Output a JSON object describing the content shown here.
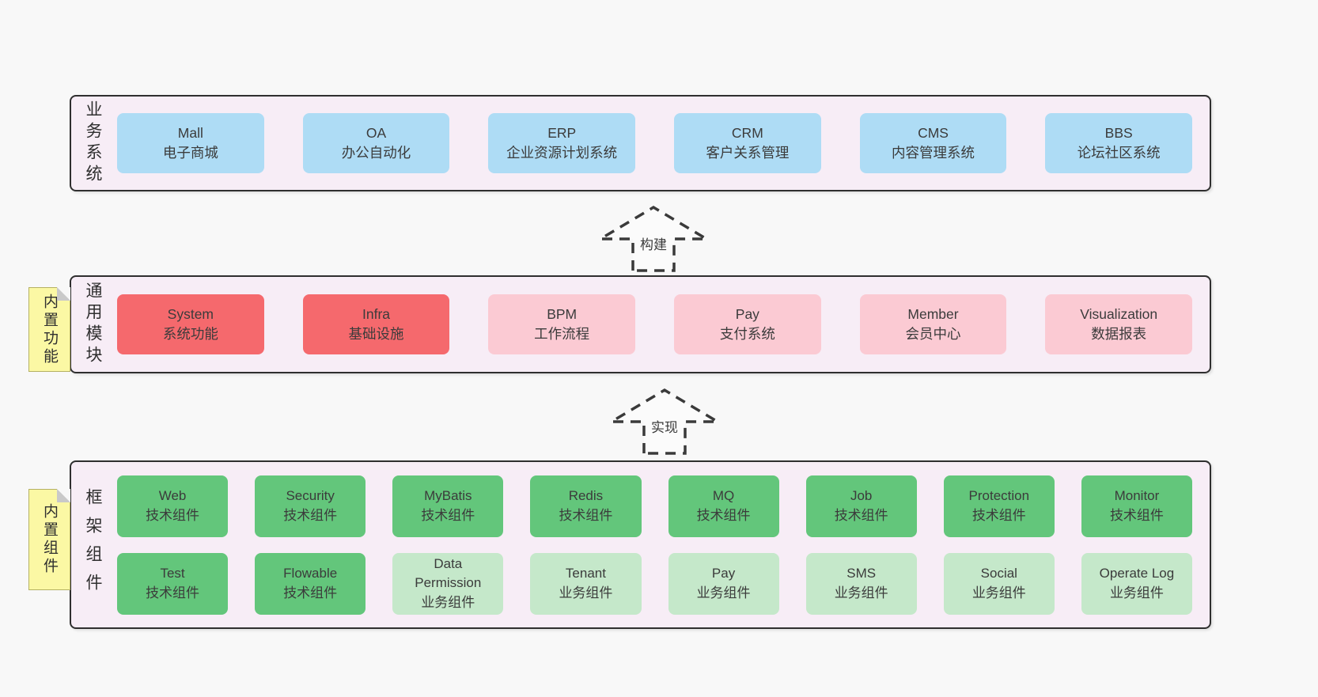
{
  "palette": {
    "page_bg": "#f8f8f8",
    "container_bg": "#f7edf6",
    "container_border": "#2f2f2f",
    "blue_box": "#aedcf5",
    "red_box": "#f5696d",
    "pink_box": "#fbcad3",
    "green_dark_box": "#63c67b",
    "green_light_box": "#c5e8ca",
    "sticky_yellow": "#fbf8a4",
    "text": "#3b3b3b"
  },
  "business": {
    "label": "业务系统",
    "boxes": [
      {
        "title": "Mall",
        "subtitle": "电子商城"
      },
      {
        "title": "OA",
        "subtitle": "办公自动化"
      },
      {
        "title": "ERP",
        "subtitle": "企业资源计划系统"
      },
      {
        "title": "CRM",
        "subtitle": "客户关系管理"
      },
      {
        "title": "CMS",
        "subtitle": "内容管理系统"
      },
      {
        "title": "BBS",
        "subtitle": "论坛社区系统"
      }
    ]
  },
  "arrows": {
    "build": "构建",
    "implement": "实现"
  },
  "modules": {
    "label": "通用模块",
    "sticky": "内置功能",
    "boxes": [
      {
        "title": "System",
        "subtitle": "系统功能"
      },
      {
        "title": "Infra",
        "subtitle": "基础设施"
      },
      {
        "title": "BPM",
        "subtitle": "工作流程"
      },
      {
        "title": "Pay",
        "subtitle": "支付系统"
      },
      {
        "title": "Member",
        "subtitle": "会员中心"
      },
      {
        "title": "Visualization",
        "subtitle": "数据报表"
      }
    ]
  },
  "framework": {
    "label": "框架组件",
    "sticky": "内置组件",
    "boxes": [
      {
        "title": "Web",
        "subtitle": "技术组件"
      },
      {
        "title": "Security",
        "subtitle": "技术组件"
      },
      {
        "title": "MyBatis",
        "subtitle": "技术组件"
      },
      {
        "title": "Redis",
        "subtitle": "技术组件"
      },
      {
        "title": "MQ",
        "subtitle": "技术组件"
      },
      {
        "title": "Job",
        "subtitle": "技术组件"
      },
      {
        "title": "Protection",
        "subtitle": "技术组件"
      },
      {
        "title": "Monitor",
        "subtitle": "技术组件"
      },
      {
        "title": "Test",
        "subtitle": "技术组件"
      },
      {
        "title": "Flowable",
        "subtitle": "技术组件"
      },
      {
        "title": "Data Permission",
        "subtitle": "业务组件"
      },
      {
        "title": "Tenant",
        "subtitle": "业务组件"
      },
      {
        "title": "Pay",
        "subtitle": "业务组件"
      },
      {
        "title": "SMS",
        "subtitle": "业务组件"
      },
      {
        "title": "Social",
        "subtitle": "业务组件"
      },
      {
        "title": "Operate Log",
        "subtitle": "业务组件"
      }
    ]
  }
}
